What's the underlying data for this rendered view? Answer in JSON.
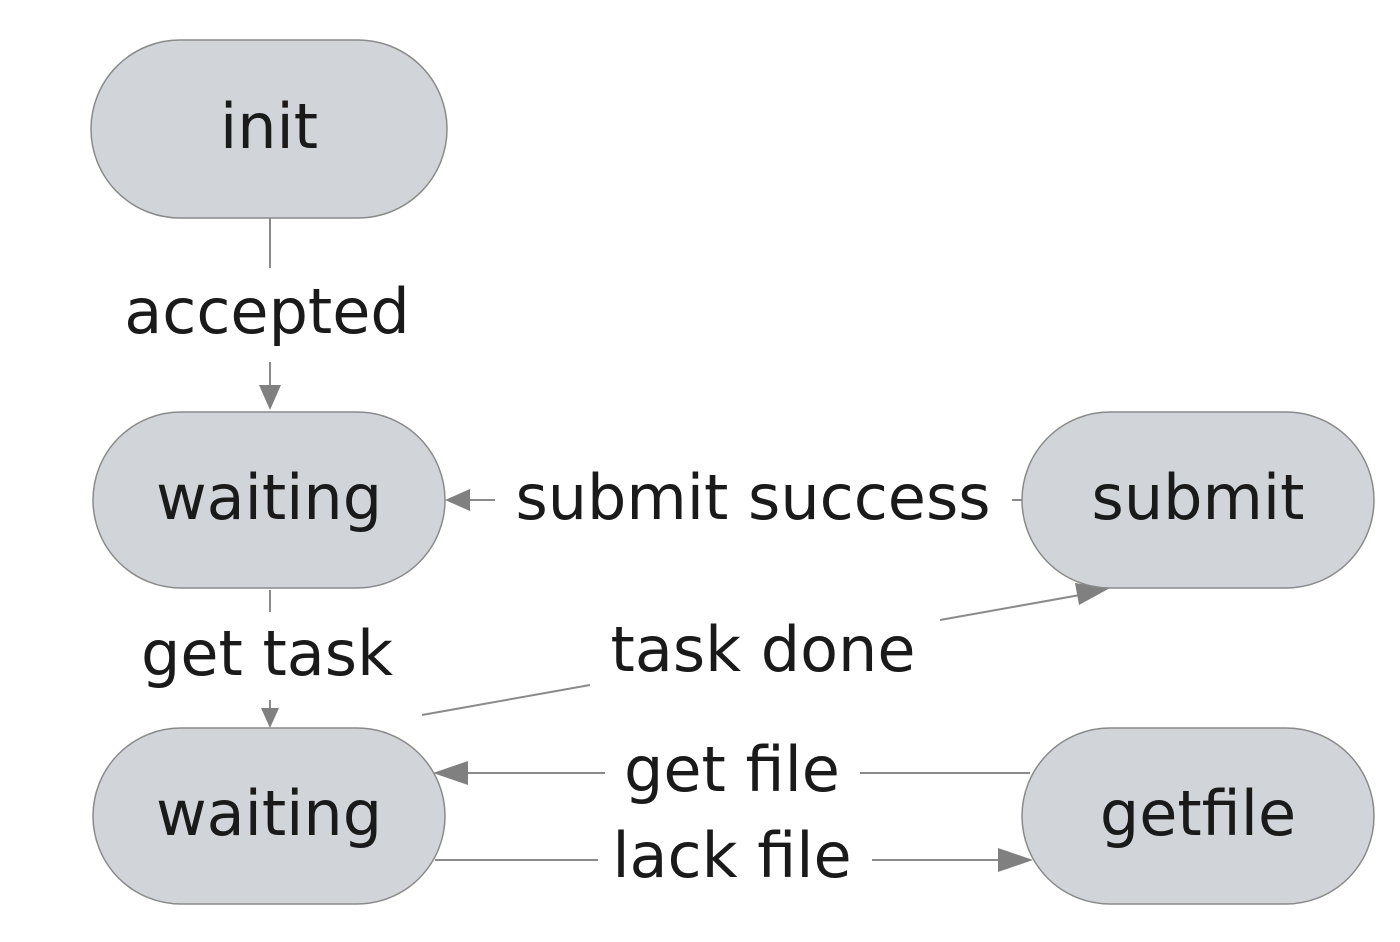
{
  "nodes": {
    "init": "init",
    "waiting_top": "waiting",
    "waiting_bottom": "waiting",
    "submit": "submit",
    "getfile": "getfile"
  },
  "edges": {
    "accepted": "accepted",
    "submit_success": "submit success",
    "get_task": "get task",
    "task_done": "task done",
    "get_file": "get file",
    "lack_file": "lack file"
  },
  "colors": {
    "node_fill": "#d1d5da",
    "node_stroke": "#8a8a8a",
    "edge": "#8a8a8a",
    "text": "#1a1a1a"
  }
}
